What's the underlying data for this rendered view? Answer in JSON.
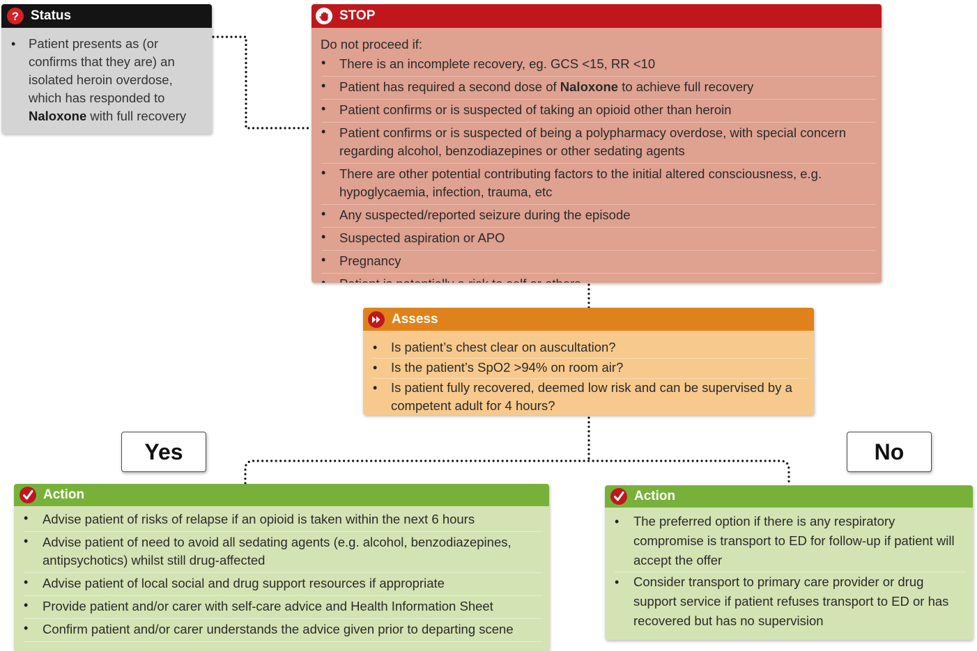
{
  "status": {
    "title": "Status",
    "icon": "question-icon",
    "accent": "#d42127",
    "item_text": "Patient presents as (or confirms that they are) an isolated heroin overdose, which has responded to ",
    "item_bold": "Naloxone",
    "item_tail": " with full recovery"
  },
  "stop": {
    "title": "STOP",
    "icon": "hand-stop-icon",
    "header_color": "#c0171d",
    "intro": "Do not proceed if:",
    "item1": "There is an incomplete recovery, eg. GCS <15, RR <10",
    "item2_pre": "Patient has required a second dose of ",
    "item2_bold": "Naloxone",
    "item2_post": " to achieve full recovery",
    "item3": "Patient confirms or is suspected of taking an opioid other than heroin",
    "item4": "Patient confirms or is suspected of being a polypharmacy overdose, with special concern regarding alcohol, benzodiazepines or other sedating agents",
    "item5": "There are other potential contributing factors to the initial altered consciousness, e.g. hypoglycaemia, infection, trauma, etc",
    "item6": "Any suspected/reported seizure during the episode",
    "item7": "Suspected aspiration or APO",
    "item8": "Pregnancy",
    "item9": "Patient is potentially a risk to self or others"
  },
  "assess": {
    "title": "Assess",
    "icon": "fast-forward-icon",
    "header_color": "#e0821b",
    "items": [
      "Is patient’s chest clear on auscultation?",
      "Is the patient’s SpO2 >94% on room air?",
      "Is patient fully recovered, deemed low risk and can be supervised by a competent adult for 4 hours?"
    ]
  },
  "branches": {
    "yes_label": "Yes",
    "no_label": "No"
  },
  "action_yes": {
    "title": "Action",
    "icon": "check-icon",
    "header_color": "#78b13a",
    "items": [
      "Advise patient of risks of relapse if an opioid is taken within the next 6 hours",
      "Advise patient of need to avoid all sedating agents (e.g. alcohol, benzodiazepines, antipsychotics) whilst still drug-affected",
      "Advise patient of local social and drug support resources if appropriate",
      "Provide patient and/or carer with self-care advice and Health Information Sheet",
      "Confirm patient and/or carer understands the advice given prior to departing scene"
    ]
  },
  "action_no": {
    "title": "Action",
    "icon": "check-icon",
    "header_color": "#78b13a",
    "items": [
      "The preferred option if there is any respiratory compromise is transport to ED for follow-up if patient will accept the offer",
      "Consider transport to primary care provider or drug support service if patient refuses transport to ED or has recovered but has no supervision"
    ]
  }
}
